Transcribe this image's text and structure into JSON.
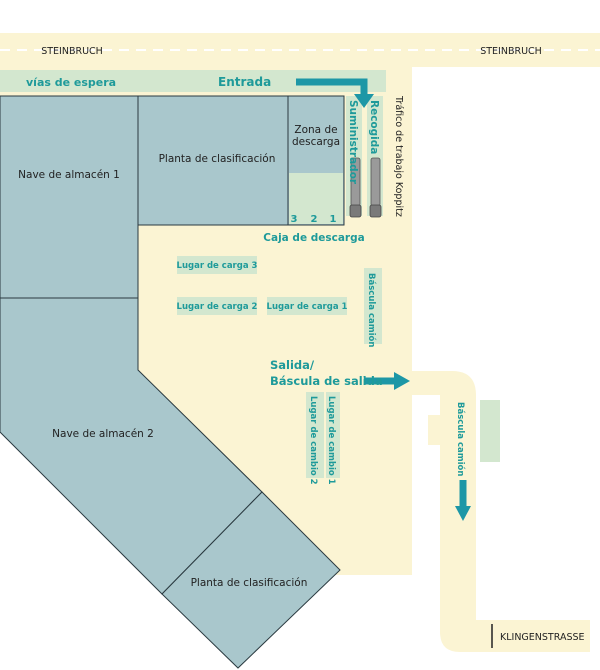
{
  "colors": {
    "road": "#fbf4d3",
    "building": "#a9c7cc",
    "building_stroke": "#2a3a40",
    "tag_bg": "#d3e7cf",
    "teal": "#1e9a9a",
    "arrow": "#1d97a6"
  },
  "roads": {
    "top_left": "STEINBRUCH",
    "top_right": "STEINBRUCH",
    "bottom_right": "KLINGENSTRASSE",
    "right_vertical": "Tráfico de trabajo Koppitz"
  },
  "areas": {
    "waiting": "vías de espera",
    "entrance": "Entrada",
    "warehouse_1": "Nave de almacén 1",
    "sorting_plant_1": "Planta de clasificación",
    "unloading_zone": [
      "Zona de",
      "descarga"
    ],
    "warehouse_2": "Nave de almacén 2",
    "sorting_plant_2": "Planta de clasificación",
    "supplier": "Suministrador",
    "pickup": "Recogida",
    "bays": [
      "3",
      "2",
      "1"
    ],
    "unloading_box": "Caja de descarga",
    "loading_3": "Lugar de carga 3",
    "loading_2": "Lugar de carga 2",
    "loading_1": "Lugar de carga 1",
    "truck_scale_1": "Báscula camión",
    "exit": [
      "Salida/",
      "Báscula de salida"
    ],
    "change_1": "Lugar de cambio 1",
    "change_2": "Lugar de cambio 2",
    "truck_scale_2": "Báscula camión"
  }
}
